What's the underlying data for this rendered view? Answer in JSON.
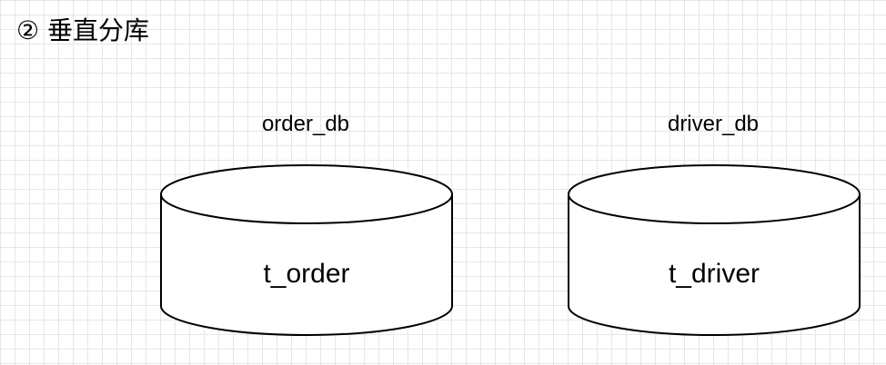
{
  "title": "② 垂直分库",
  "databases": [
    {
      "db_name": "order_db",
      "table_name": "t_order"
    },
    {
      "db_name": "driver_db",
      "table_name": "t_driver"
    }
  ]
}
